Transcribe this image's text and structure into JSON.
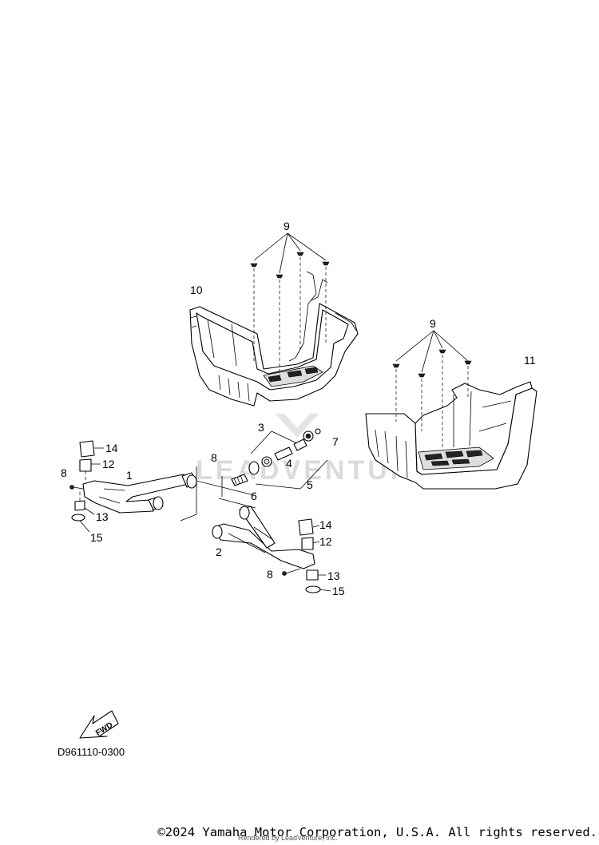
{
  "callouts": {
    "c1": "1",
    "c2": "2",
    "c3": "3",
    "c4": "4",
    "c5": "5",
    "c6": "6",
    "c7": "7",
    "c8a": "8",
    "c8b": "8",
    "c8c": "8",
    "c9a": "9",
    "c9b": "9",
    "c10": "10",
    "c11": "11",
    "c12a": "12",
    "c12b": "12",
    "c13a": "13",
    "c13b": "13",
    "c14a": "14",
    "c14b": "14",
    "c15a": "15",
    "c15b": "15"
  },
  "fwd_label": "FWD",
  "diagram_code": "D961110-0300",
  "watermark": "LEADVENTURE",
  "copyright": "©2024 Yamaha Motor Corporation, U.S.A. All rights reserved.",
  "rendered_by": "Rendered by LeadVenture, Inc."
}
